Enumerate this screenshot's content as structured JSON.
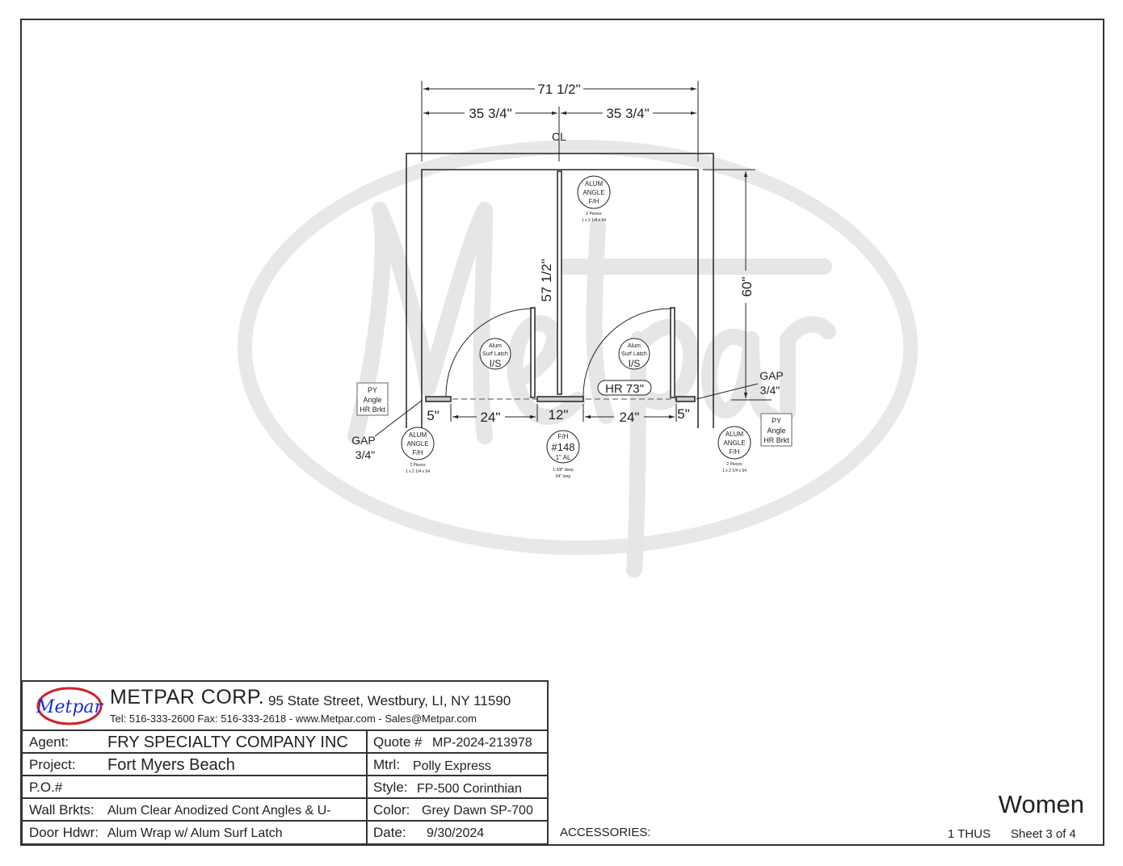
{
  "drawing": {
    "overall_width": "71 1/2\"",
    "half_left": "35 3/4\"",
    "half_right": "35 3/4\"",
    "centerline": "CL",
    "height_60": "60\"",
    "panel_height": "57 1/2\"",
    "dims_bottom": [
      "5\"",
      "24\"",
      "12\"",
      "24\"",
      "5\""
    ],
    "gap_left": [
      "GAP",
      "3/4\""
    ],
    "gap_right": [
      "GAP",
      "3/4\""
    ],
    "hr": "HR 73\"",
    "alum_angle_top": {
      "lines": [
        "ALUM",
        "ANGLE",
        "F/H"
      ],
      "note": [
        "2 Pieces",
        "1 x 2 1/4 x 54"
      ]
    },
    "alum_angle_left": {
      "lines": [
        "ALUM",
        "ANGLE",
        "F/H"
      ],
      "note": [
        "2 Pieces",
        "1 x 2 1/4 x 54"
      ]
    },
    "alum_angle_right": {
      "lines": [
        "ALUM",
        "ANGLE",
        "F/H"
      ],
      "note": [
        "2 Pieces",
        "1 x 2 1/4 x 54"
      ]
    },
    "latch_left": [
      "Alum",
      "Surf Latch",
      "I/S"
    ],
    "latch_right": [
      "Alum",
      "Surf Latch",
      "I/S"
    ],
    "fh148": {
      "lines": [
        "F/H",
        "#148",
        "1\" AL"
      ],
      "note": [
        "1-3/8\" deep",
        "54\" long"
      ]
    },
    "py_left": [
      "PY",
      "Angle",
      "HR Brkt"
    ],
    "py_right": [
      "PY",
      "Angle",
      "HR Brkt"
    ],
    "watermark": "Metpar"
  },
  "titleblock": {
    "logo": "Metpar",
    "company": "METPAR CORP.",
    "address": "95 State Street, Westbury, LI, NY 11590",
    "contact": "Tel: 516-333-2600  Fax: 516-333-2618 - www.Metpar.com - Sales@Metpar.com",
    "rows": [
      {
        "label": "Agent:",
        "value": "FRY SPECIALTY COMPANY INC",
        "rlabel": "Quote #",
        "rvalue": "MP-2024-213978"
      },
      {
        "label": "Project:",
        "value": "Fort Myers Beach",
        "rlabel": "Mtrl:",
        "rvalue": "Polly Express"
      },
      {
        "label": "P.O.#",
        "value": "",
        "rlabel": "Style:",
        "rvalue": "FP-500 Corinthian"
      },
      {
        "label": "Wall Brkts:",
        "value": "Alum Clear Anodized Cont Angles & U-",
        "rlabel": "Color:",
        "rvalue": "Grey Dawn SP-700"
      },
      {
        "label": "Door Hdwr:",
        "value": "Alum Wrap w/ Alum Surf Latch",
        "rlabel": "Date:",
        "rvalue": "9/30/2024"
      }
    ]
  },
  "footer": {
    "accessories": "ACCESSORIES:",
    "room": "Women",
    "qty": "1 THUS",
    "sheet": "Sheet 3 of  4"
  },
  "colors": {
    "line": "#222222",
    "watermark": "#e6e6e6",
    "logo_red": "#d0202a",
    "logo_blue": "#1a2fd0"
  }
}
